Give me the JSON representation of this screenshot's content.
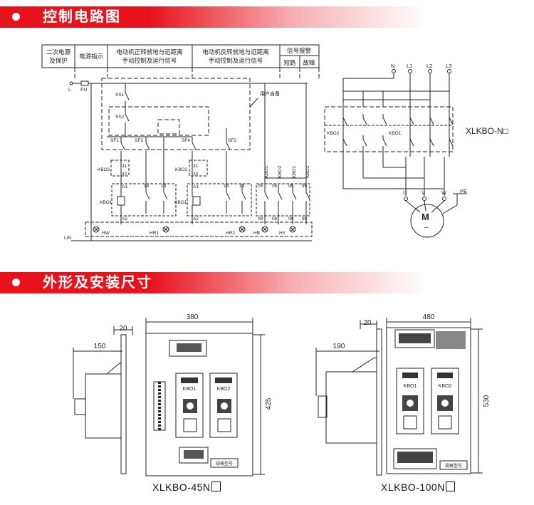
{
  "sections": {
    "control_circuit_title": "控制电路图",
    "dimensions_title": "外形及安装尺寸"
  },
  "colors": {
    "header_red": "#e8121c",
    "header_fade": "#ffffff",
    "line": "#222222"
  },
  "circuit": {
    "table": {
      "col1": [
        "二次电源",
        "及保护"
      ],
      "col2": "电源指示",
      "col3": [
        "电动机正转就地与远距离",
        "手动控制及运行信号"
      ],
      "col4": [
        "电动机反转就地与远距离",
        "手动控制及运行信号"
      ],
      "col5_top": "信号报警",
      "col5_a": "短路",
      "col5_b": "故障"
    },
    "labels": {
      "L": "L",
      "FU": "FU",
      "SS1": "SS1",
      "SS2": "SS2",
      "SF1": "SF1",
      "SF3": "SF3",
      "SF4": "SF4",
      "SF2": "SF2",
      "user_provided": "用户自备",
      "KBO2": "KBO2",
      "KBO1": "KBO1",
      "c31": "31",
      "c32": "32",
      "A1": "A1",
      "A2": "A2",
      "n14": "14",
      "n13": "13",
      "n05": "05",
      "n95": "95",
      "n08": "08",
      "n98": "98",
      "LN": "L/N",
      "HW": "HW",
      "HR1": "HR1",
      "HR2": "HR2",
      "HB": "HB",
      "HY": "HY"
    },
    "power": {
      "N": "N",
      "L1": "L1",
      "L2": "L2",
      "L3": "L3",
      "model": "XLKBO-N□",
      "KBO2": "KBO2",
      "KBO1": "KBO1",
      "U": "U",
      "V": "V",
      "W": "W",
      "PE": "PE",
      "motor": "M",
      "motor_sub": "~"
    }
  },
  "dimensions": {
    "left": {
      "width": "380",
      "depth": "150",
      "plate": "20",
      "height": "425",
      "kbo1": "KBO1",
      "kbo2": "KBO2",
      "nameplate": "规格型号",
      "model": "XLKBO-45N"
    },
    "right": {
      "width": "480",
      "depth": "190",
      "plate": "20",
      "height": "530",
      "kbo1": "KBO1",
      "kbo2": "KBO2",
      "nameplate": "规格型号",
      "model": "XLKBO-100N"
    }
  }
}
